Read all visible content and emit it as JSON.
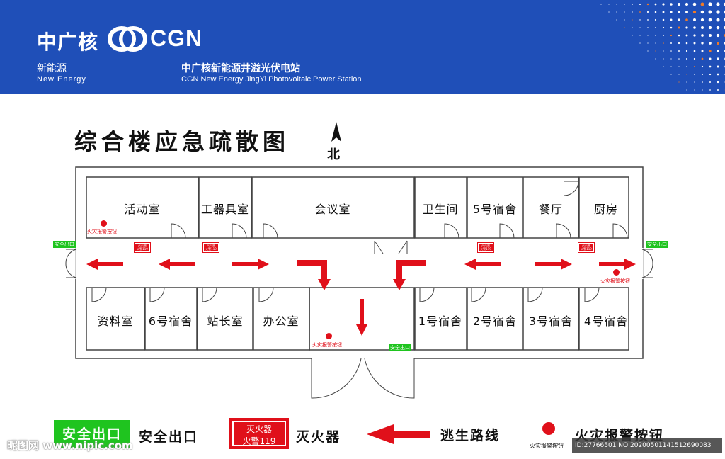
{
  "header": {
    "logo_cn": "中广核",
    "logo_en": "CGN",
    "sub_cn": "新能源",
    "sub_en": "New Energy",
    "station_cn": "中广核新能源井溢光伏电站",
    "station_en": "CGN New Energy JingYi Photovoltaic Power Station",
    "bg_color": "#1f4fb8"
  },
  "title": "综合楼应急疏散图",
  "north": "北",
  "rooms_north": [
    "活动室",
    "工器具室",
    "会议室",
    "卫生间",
    "5号宿舍",
    "餐厅",
    "厨房"
  ],
  "rooms_south": [
    "资料室",
    "6号宿舍",
    "站长室",
    "办公室",
    "1号宿舍",
    "2号宿舍",
    "3号宿舍",
    "4号宿舍"
  ],
  "exit_label": "安全出口",
  "extinguisher_label": [
    "灭火器",
    "火警119"
  ],
  "alarm_label": "火灾报警按钮",
  "legend": {
    "exit": "安全出口",
    "exit_text": "安全出口",
    "extinguisher_line1": "灭火器",
    "extinguisher_line2": "火警119",
    "extinguisher_text": "灭火器",
    "route_text": "逃生路线",
    "alarm_text": "火灾报警按钮",
    "alarm_small": "火灾报警按钮"
  },
  "colors": {
    "red": "#e0101a",
    "green": "#1fc41f",
    "wall": "#444444"
  },
  "watermark": {
    "left": "昵图网 www.nipic.com",
    "right": "ID:27766501 NO:20200501141512690083"
  }
}
